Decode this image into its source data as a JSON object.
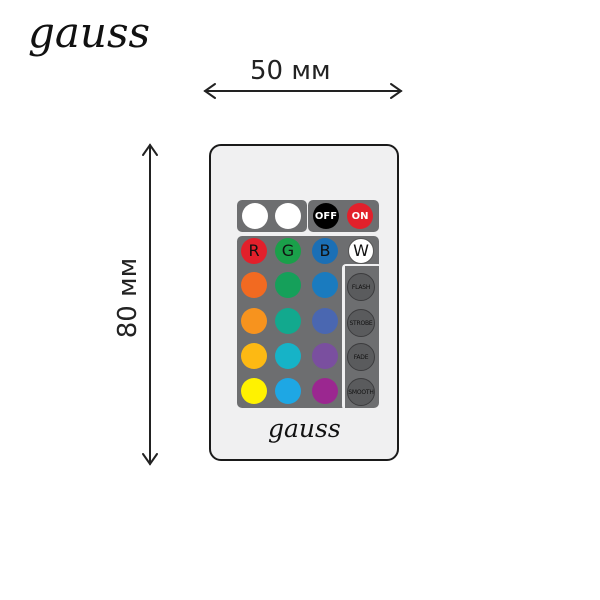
{
  "brand": {
    "logo": "gauss"
  },
  "dimensions": {
    "width_label": "50 мм",
    "height_label": "80 мм"
  },
  "remote": {
    "logo": "gauss",
    "top_row": [
      {
        "name": "white-button-1",
        "label": "",
        "color": "#ffffff"
      },
      {
        "name": "white-button-2",
        "label": "",
        "color": "#ffffff"
      },
      {
        "name": "off-button",
        "label": "OFF",
        "color": "#000000"
      },
      {
        "name": "on-button",
        "label": "ON",
        "color": "#e2202b"
      }
    ],
    "rgbw_row": [
      {
        "name": "r-button",
        "label": "R",
        "color": "#e2202b"
      },
      {
        "name": "g-button",
        "label": "G",
        "color": "#1aa04a"
      },
      {
        "name": "b-button",
        "label": "B",
        "color": "#1b6fb5"
      },
      {
        "name": "w-button",
        "label": "W",
        "color": "#ffffff"
      }
    ],
    "color_grid": [
      [
        "#f26a21",
        "#15a05a",
        "#1a7bbf"
      ],
      [
        "#f7931e",
        "#12a98e",
        "#4a67b1"
      ],
      [
        "#fdb913",
        "#16b3c7",
        "#7a4f9f"
      ],
      [
        "#fff200",
        "#1ea7e4",
        "#9b2790"
      ]
    ],
    "side_buttons": [
      {
        "name": "flash-button",
        "label": "FLASH"
      },
      {
        "name": "strobe-button",
        "label": "STROBE"
      },
      {
        "name": "fade-button",
        "label": "FADE"
      },
      {
        "name": "smooth-button",
        "label": "SMOOTH"
      }
    ]
  }
}
